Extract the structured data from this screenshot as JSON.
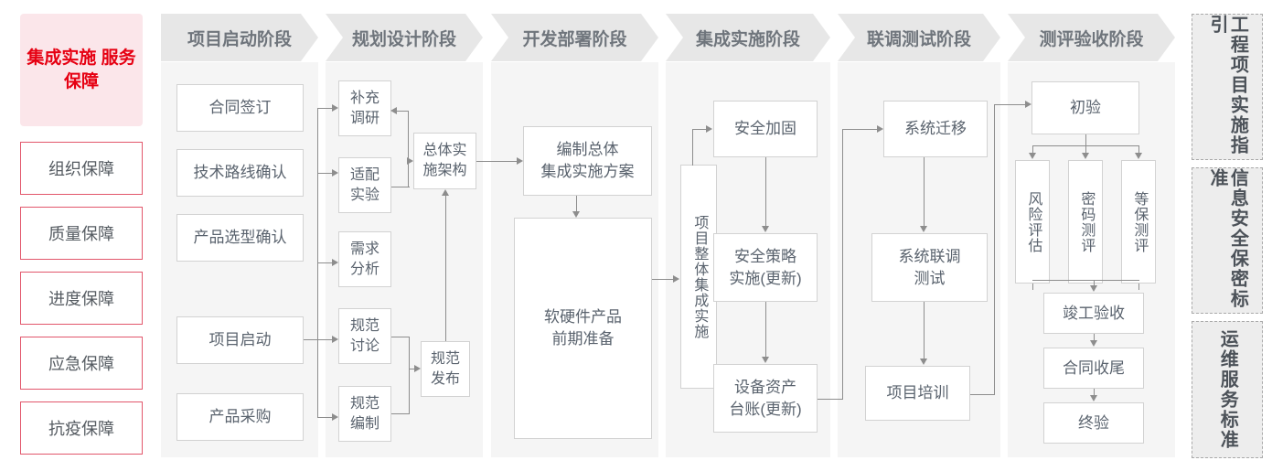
{
  "guarantee": {
    "title": "集成实施\n服务保障",
    "items": [
      {
        "label": "组织保障"
      },
      {
        "label": "质量保障"
      },
      {
        "label": "进度保障"
      },
      {
        "label": "应急保障"
      },
      {
        "label": "抗疫保障"
      }
    ],
    "accent_color": "#e60012",
    "border_color": "#e2566b",
    "bg_color": "#fbe6ea"
  },
  "phases": [
    {
      "name": "项目启动阶段"
    },
    {
      "name": "规划设计阶段"
    },
    {
      "name": "开发部署阶段"
    },
    {
      "name": "集成实施阶段"
    },
    {
      "name": "联调测试阶段"
    },
    {
      "name": "测评验收阶段"
    }
  ],
  "nodes": {
    "p1_n1": "合同签订",
    "p1_n2": "技术路线确认",
    "p1_n3": "产品选型确认",
    "p1_n4": "项目启动",
    "p1_n5": "产品采购",
    "p2_n1": "补充\n调研",
    "p2_n2": "适配\n实验",
    "p2_n3": "需求\n分析",
    "p2_n4": "规范\n讨论",
    "p2_n5": "规范\n编制",
    "p2_n6": "总体实\n施架构",
    "p2_n7": "规范\n发布",
    "p3_n1": "编制总体\n集成实施方案",
    "p3_n2": "软硬件产品\n前期准备",
    "p4_n0": "项目整体集成实施",
    "p4_n1": "安全加固",
    "p4_n2": "安全策略\n实施(更新)",
    "p4_n3": "设备资产\n台账(更新)",
    "p5_n1": "系统迁移",
    "p5_n2": "系统联调\n测试",
    "p5_n3": "项目培训",
    "p6_n1": "初验",
    "p6_n2": "风险评估",
    "p6_n3": "密码测评",
    "p6_n4": "等保测评",
    "p6_n5": "竣工验收",
    "p6_n6": "合同收尾",
    "p6_n7": "终验"
  },
  "standards": [
    {
      "label": "工程项目实施指引"
    },
    {
      "label": "信息安全保密标准"
    },
    {
      "label": "运维服务标准"
    }
  ],
  "colors": {
    "band_bg": "#f5f5f5",
    "chevron_bg": "#e7e7e7",
    "box_border": "#d2d2d2",
    "connector": "#8d8d8d",
    "text": "#5a636e"
  }
}
